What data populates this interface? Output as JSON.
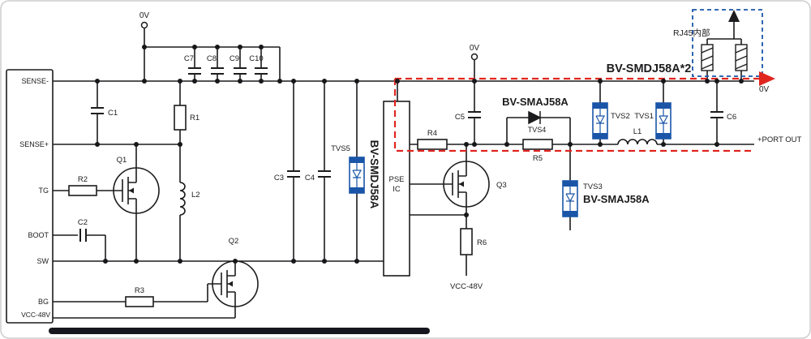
{
  "connector": {
    "sense_minus": "SENSE-",
    "sense_plus": "SENSE+",
    "tg": "TG",
    "boot": "BOOT",
    "sw": "SW",
    "bg": "BG",
    "vcc": "VCC-48V"
  },
  "components": {
    "c1": "C1",
    "c2": "C2",
    "c3": "C3",
    "c4": "C4",
    "c5": "C5",
    "c6": "C6",
    "c7": "C7",
    "c8": "C8",
    "c9": "C9",
    "c10": "C10",
    "r1": "R1",
    "r2": "R2",
    "r3": "R3",
    "r4": "R4",
    "r5": "R5",
    "r6": "R6",
    "l1": "L1",
    "l2": "L2",
    "q1": "Q1",
    "q2": "Q2",
    "q3": "Q3",
    "tvs1": "TVS1",
    "tvs2": "TVS2",
    "tvs3": "TVS3",
    "tvs4": "TVS4",
    "tvs5": "TVS5"
  },
  "ic": {
    "line1": "PSE",
    "line2": "IC"
  },
  "nets": {
    "ov_top": "0V",
    "ov_mid": "0V",
    "ov_right": "0V",
    "vcc_bottom": "VCC-48V",
    "port_out": "+PORT OUT"
  },
  "annotations": {
    "rj45": "RJ45内部",
    "bv_smdj58a_x2": "BV-SMDJ58A*2",
    "bv_smdj58a_vertical": "BV-SMDJ58A",
    "bv_smaj58a_tvs4": "BV-SMAJ58A",
    "bv_smaj58a_tvs3": "BV-SMAJ58A"
  },
  "colors": {
    "wire": "#1c1c1e",
    "accent_blue": "#1a55a8",
    "highlight_red": "#e0251f",
    "border": "#cdcdcd"
  }
}
